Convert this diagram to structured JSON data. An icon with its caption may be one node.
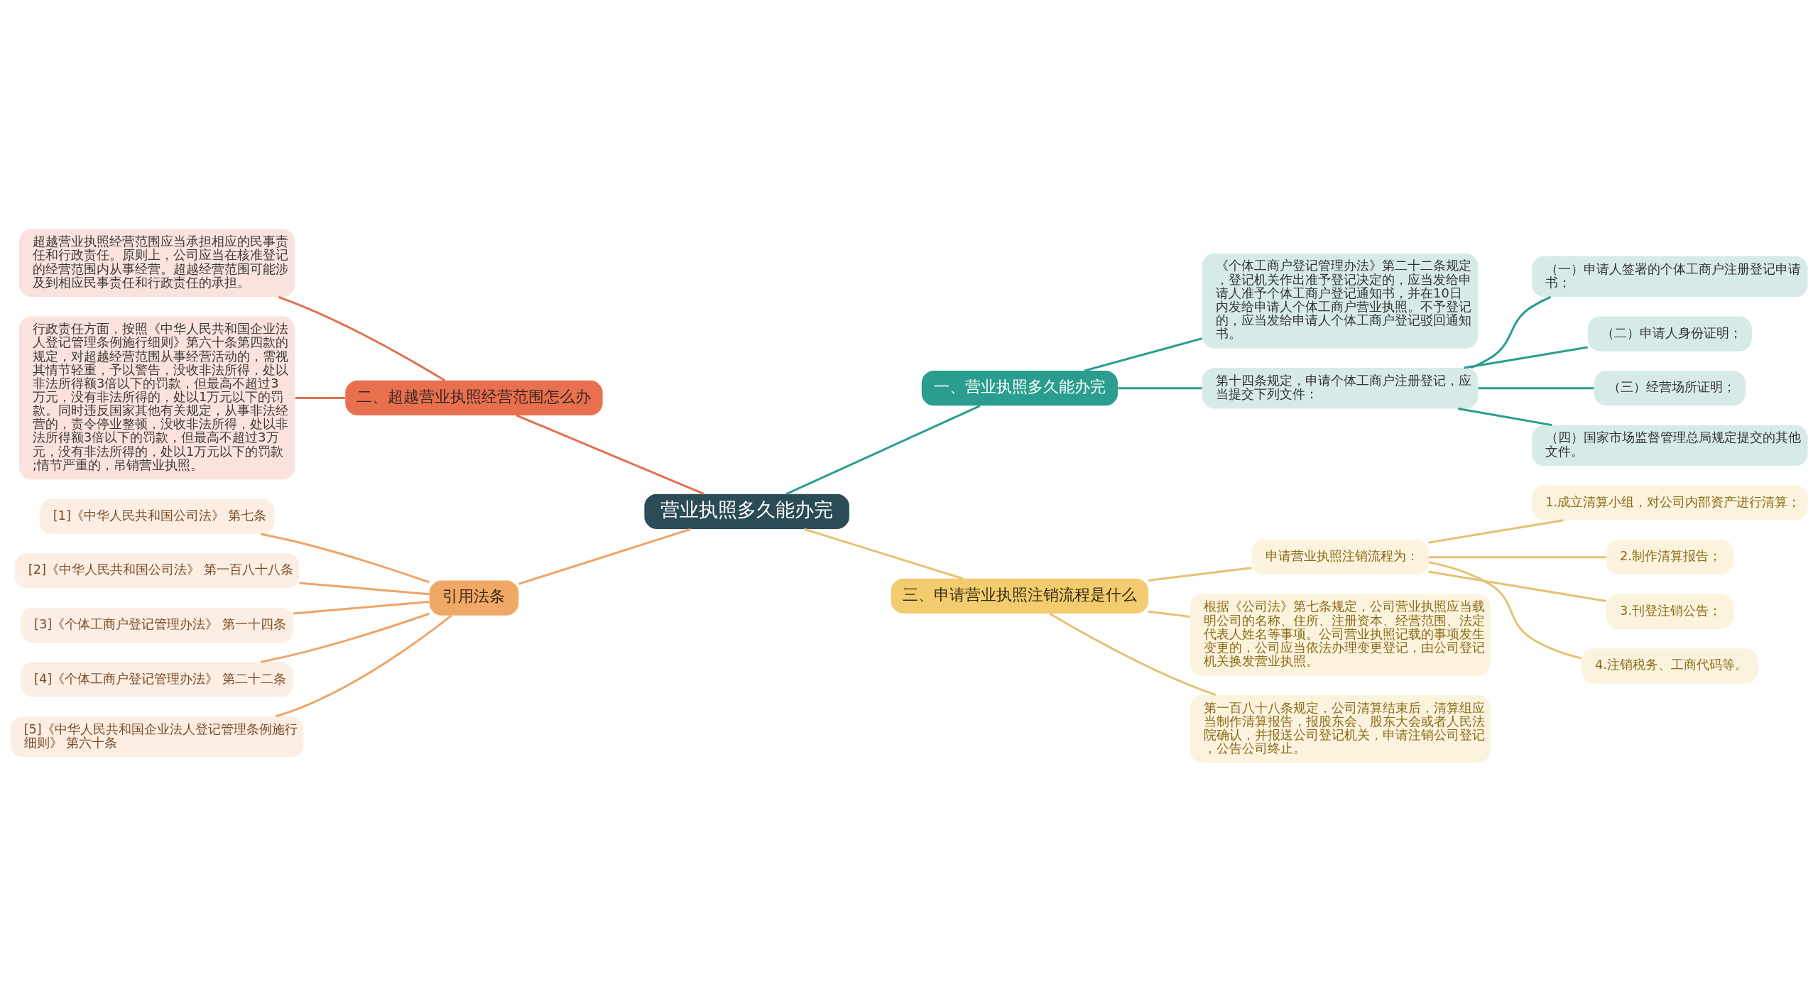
{
  "diagram": {
    "nodes": [
      {
        "text": [
          "营业执照多久能办完"
        ]
      },
      {
        "text": [
          "一、营业执照多久能办完"
        ]
      },
      {
        "text": [
          "《个体工商户登记管理办法》第二十二条规定，登记机关作出准予登记决定的，应当发给申请人准予个体工商户登记通知书，并在10日内发给申请人个体工商户营业执照。不予登记的，应当发给申请人个体工商户登记驳回通知书。"
        ]
      },
      {
        "text": [
          "第十四条规定，申请个体工商户注册登记，应当提交下列文件："
        ]
      },
      {
        "text": [
          "（一）申请人签署的个体工商户注册登记申请书；"
        ]
      },
      {
        "text": [
          "（二）申请人身份证明；"
        ]
      },
      {
        "text": [
          "（三）经营场所证明；"
        ]
      },
      {
        "text": [
          "（四）国家市场监督管理总局规定提交的其他文件。"
        ]
      },
      {
        "text": [
          "二、超越营业执照经营范围怎么办"
        ]
      },
      {
        "text": [
          "超越营业执照经营范围应当承担相应的民事责任和行政责任。原则上，公司应当在核准登记的经营范围内从事经营。超越经营范围可能涉及到相应民事责任和行政责任的承担。"
        ]
      },
      {
        "text": [
          "行政责任方面，按照《中华人民共和国企业法人登记管理条例施行细则》第六十条第四款的规定，对超越经营范围从事经营活动的，需视其情节轻重，予以警告，没收非法所得，处以非法所得额3倍以下的罚款，但最高不超过3万元，没有非法所得的，处以1万元以下的罚款。同时违反国家其他有关规定，从事非法经营的，责令停业整顿，没收非法所得，处以非法所得额3倍以下的罚款，但最高不超过3万元，没有非法所得的，处以1万元以下的罚款;情节严重的，吊销营业执照。"
        ]
      },
      {
        "text": [
          "三、申请营业执照注销流程是什么"
        ]
      },
      {
        "text": [
          "申请营业执照注销流程为："
        ]
      },
      {
        "text": [
          "1.成立清算小组，对公司内部资产进行清算；"
        ]
      },
      {
        "text": [
          "2.制作清算报告；"
        ]
      },
      {
        "text": [
          "3.刊登注销公告；"
        ]
      },
      {
        "text": [
          "4.注销税务、工商代码等。"
        ]
      },
      {
        "text": [
          "根据《公司法》第七条规定，公司营业执照应当载明公司的名称、住所、注册资本、经营范围、法定代表人姓名等事项。公司营业执照记载的事项发生变更的，公司应当依法办理变更登记，由公司登记机关换发营业执照。"
        ]
      },
      {
        "text": [
          "第一百八十八条规定，公司清算结束后，清算组应当制作清算报告，报股东会、股东大会或者人民法院确认，并报送公司登记机关，申请注销公司登记，公告公司终止。"
        ]
      },
      {
        "text": [
          "引用法条"
        ]
      },
      {
        "text": [
          "[1]《中华人民共和国公司法》 第七条"
        ]
      },
      {
        "text": [
          "[2]《中华人民共和国公司法》 第一百八十八条"
        ]
      },
      {
        "text": [
          "[3]《个体工商户登记管理办法》 第一十四条"
        ]
      },
      {
        "text": [
          "[4]《个体工商户登记管理办法》 第二十二条"
        ]
      },
      {
        "text": [
          "[5]《中华人民共和国企业法人登记管理条例施行细则》 第六十条"
        ]
      }
    ],
    "edges": [
      {
        "from": 0,
        "to": 1,
        "arrow": "none",
        "color": "#2a9d8f"
      },
      {
        "from": 1,
        "to": 2,
        "arrow": "none",
        "color": "#2a9d8f"
      },
      {
        "from": 1,
        "to": 3,
        "arrow": "none",
        "color": "#2a9d8f"
      },
      {
        "from": 3,
        "to": 4,
        "arrow": "none",
        "color": "#2a9d8f"
      },
      {
        "from": 3,
        "to": 5,
        "arrow": "none",
        "color": "#2a9d8f"
      },
      {
        "from": 3,
        "to": 6,
        "arrow": "none",
        "color": "#2a9d8f"
      },
      {
        "from": 3,
        "to": 7,
        "arrow": "none",
        "color": "#2a9d8f"
      },
      {
        "from": 0,
        "to": 8,
        "arrow": "none",
        "color": "#e0704f"
      },
      {
        "from": 8,
        "to": 9,
        "arrow": "none",
        "color": "#e0704f"
      },
      {
        "from": 8,
        "to": 10,
        "arrow": "none",
        "color": "#e0704f"
      },
      {
        "from": 0,
        "to": 11,
        "arrow": "none",
        "color": "#e3c272"
      },
      {
        "from": 11,
        "to": 12,
        "arrow": "none",
        "color": "#e3c272"
      },
      {
        "from": 12,
        "to": 13,
        "arrow": "none",
        "color": "#e3c272"
      },
      {
        "from": 12,
        "to": 14,
        "arrow": "none",
        "color": "#e3c272"
      },
      {
        "from": 12,
        "to": 15,
        "arrow": "none",
        "color": "#e3c272"
      },
      {
        "from": 12,
        "to": 16,
        "arrow": "none",
        "color": "#e3c272"
      },
      {
        "from": 11,
        "to": 17,
        "arrow": "none",
        "color": "#e3c272"
      },
      {
        "from": 11,
        "to": 18,
        "arrow": "none",
        "color": "#e3c272"
      },
      {
        "from": 0,
        "to": 19,
        "arrow": "none",
        "color": "#eea466"
      },
      {
        "from": 19,
        "to": 20,
        "arrow": "none",
        "color": "#eea466"
      },
      {
        "from": 19,
        "to": 21,
        "arrow": "none",
        "color": "#eea466"
      },
      {
        "from": 19,
        "to": 22,
        "arrow": "none",
        "color": "#eea466"
      },
      {
        "from": 19,
        "to": 23,
        "arrow": "none",
        "color": "#eea466"
      },
      {
        "from": 19,
        "to": 24,
        "arrow": "none",
        "color": "#eea466"
      }
    ]
  }
}
